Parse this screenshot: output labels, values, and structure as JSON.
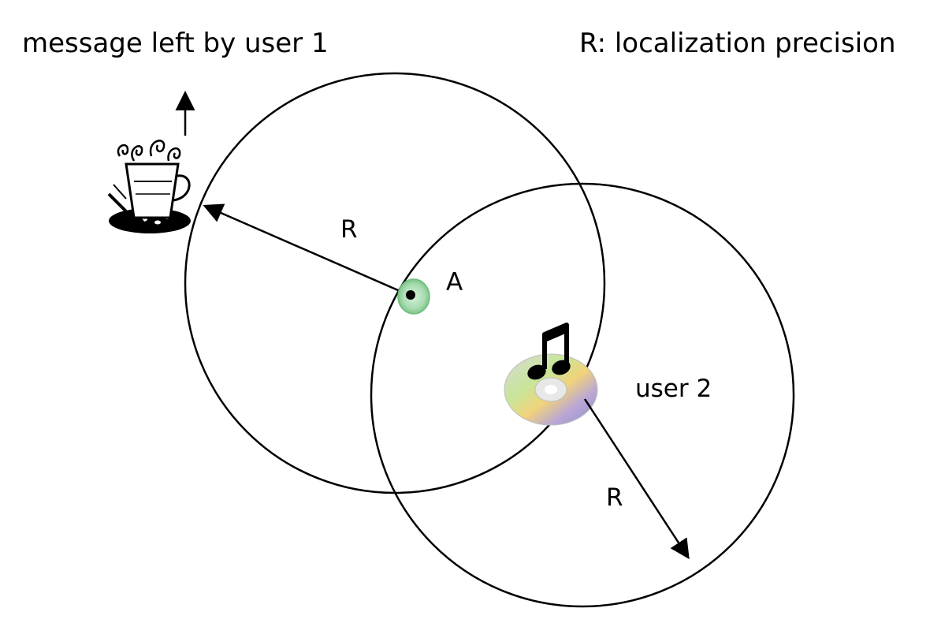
{
  "diagram": {
    "title_left": "message left by user 1",
    "title_right": "R: localization precision",
    "radius_label_1": "R",
    "radius_label_2": "R",
    "point_label": "A",
    "user2_label": "user 2",
    "icons": {
      "message": "coffee-cup-icon",
      "user2": "music-cd-icon",
      "point": "location-dot-icon"
    },
    "colors": {
      "stroke": "#000000",
      "point_halo": "#9fd8a8",
      "point_halo_edge": "#6fbf7c"
    }
  }
}
